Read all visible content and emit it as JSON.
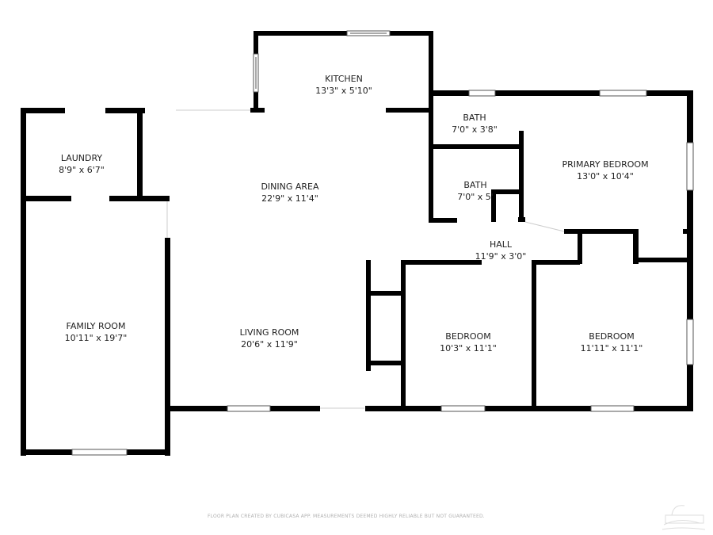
{
  "rooms": [
    {
      "name": "KITCHEN",
      "size": "13'3\" x 5'10\""
    },
    {
      "name": "LAUNDRY",
      "size": "8'9\" x 6'7\""
    },
    {
      "name": "DINING AREA",
      "size": "22'9\" x 11'4\""
    },
    {
      "name": "BATH",
      "size": "7'0\" x 3'8\""
    },
    {
      "name": "BATH",
      "size": "7'0\" x 5'"
    },
    {
      "name": "PRIMARY BEDROOM",
      "size": "13'0\" x 10'4\""
    },
    {
      "name": "HALL",
      "size": "11'9\" x 3'0\""
    },
    {
      "name": "FAMILY ROOM",
      "size": "10'11\" x 19'7\""
    },
    {
      "name": "LIVING ROOM",
      "size": "20'6\" x 11'9\""
    },
    {
      "name": "BEDROOM",
      "size": "10'3\" x 11'1\""
    },
    {
      "name": "BEDROOM",
      "size": "11'11\" x 11'1\""
    }
  ],
  "footer": "FLOOR PLAN CREATED BY CUBICASA APP. MEASUREMENTS DEEMED HIGHLY RELIABLE BUT NOT GUARANTEED.",
  "colors": {
    "wall": "#000000",
    "window": "#ffffff",
    "label": "#222222"
  }
}
